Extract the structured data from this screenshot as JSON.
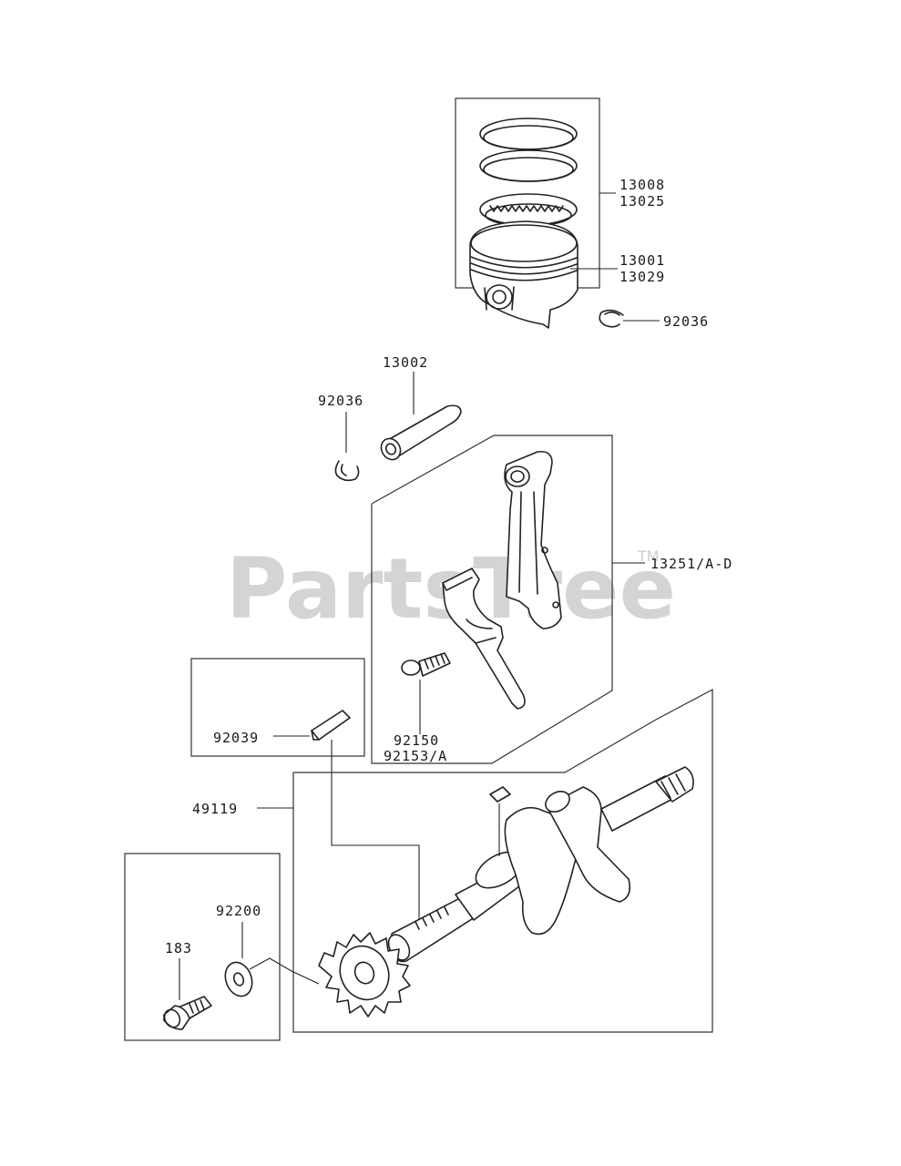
{
  "watermark": {
    "text": "PartsTree",
    "trademark": "TM"
  },
  "callouts": {
    "ring_set_a": "13008",
    "ring_set_b": "13025",
    "circlip_right": "92036",
    "piston_a": "13001",
    "piston_b": "13029",
    "piston_pin": "13002",
    "circlip_left": "92036",
    "connecting_rod": "13251/A-D",
    "rod_bolt_a": "92150",
    "rod_bolt_b": "92153/A",
    "key": "92039",
    "crankshaft": "49119",
    "washer": "92200",
    "bolt": "183"
  }
}
